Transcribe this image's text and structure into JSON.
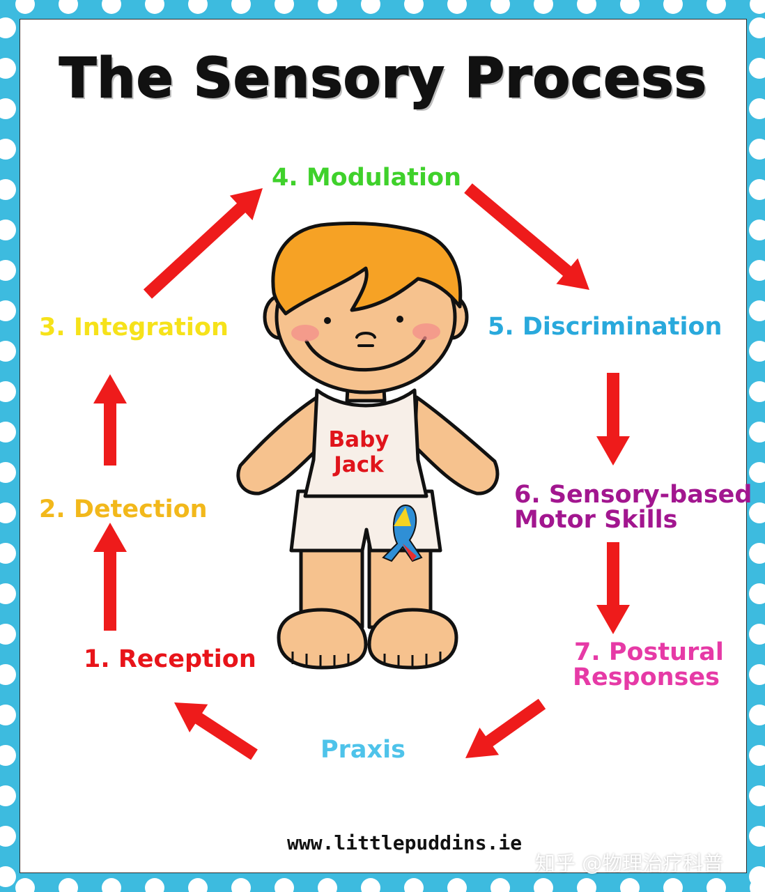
{
  "title": "The Sensory Process",
  "steps": [
    {
      "label": "1. Reception",
      "color": "#e8141a"
    },
    {
      "label": "2. Detection",
      "color": "#f2b81b"
    },
    {
      "label": "3. Integration",
      "color": "#f6e21a"
    },
    {
      "label": "4. Modulation",
      "color": "#3fd12b"
    },
    {
      "label": "5. Discrimination",
      "color": "#29a9dc"
    },
    {
      "label": "6. Sensory-based",
      "label2": "Motor Skills",
      "color": "#a2168f"
    },
    {
      "label": "7. Postural",
      "label2": "Responses",
      "color": "#e63aa6"
    },
    {
      "label": "Praxis",
      "color": "#4ec3ea"
    }
  ],
  "character": {
    "shirt_text_line1": "Baby",
    "shirt_text_line2": "Jack"
  },
  "footer_url": "www.littlepuddins.ie",
  "watermark": "知乎 @物理治疗科普",
  "colors": {
    "border": "#3dbbdf",
    "arrow": "#ee1b1b",
    "hair": "#f6a225",
    "skin": "#f6c28e"
  }
}
